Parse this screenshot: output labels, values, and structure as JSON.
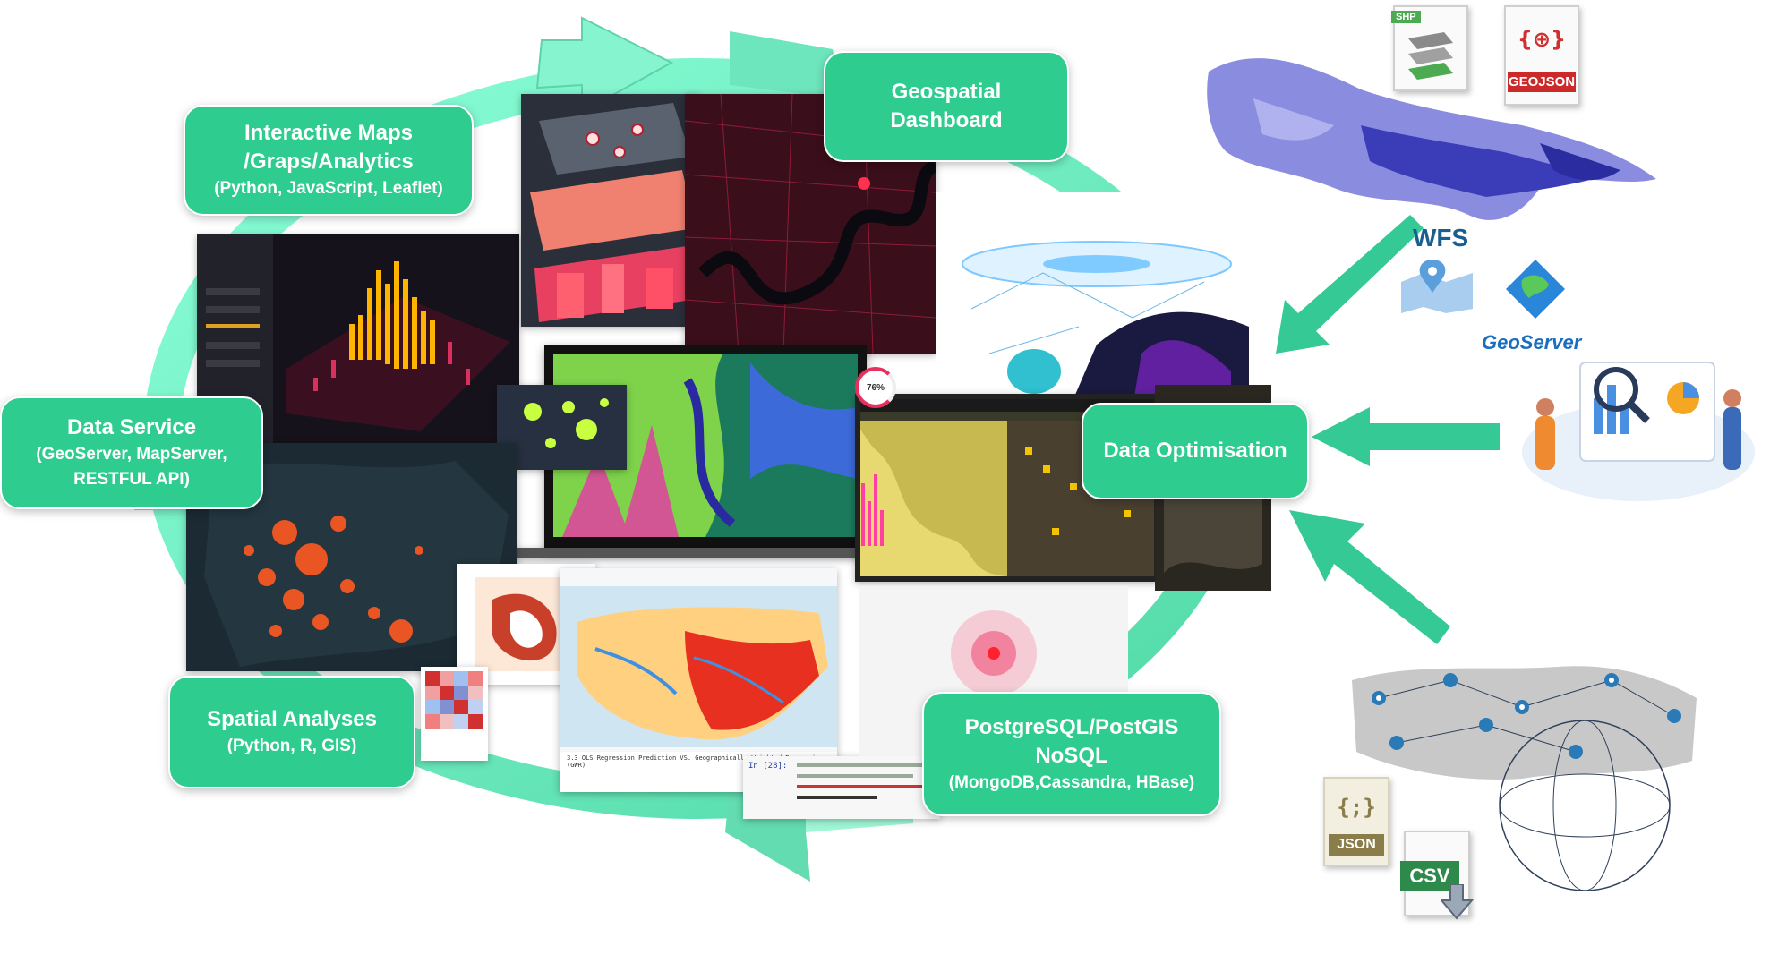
{
  "labels": {
    "interactive": {
      "title": "Interactive Maps",
      "title2": "/Graps/Analytics",
      "sub": "(Python, JavaScript, Leaflet)"
    },
    "dashboard": {
      "title": "Geospatial",
      "title2": "Dashboard"
    },
    "data_service": {
      "title": "Data Service",
      "sub": "(GeoServer, MapServer,",
      "sub2": "RESTFUL API)"
    },
    "optimisation": {
      "title": "Data Optimisation"
    },
    "spatial": {
      "title": "Spatial Analyses",
      "sub": "(Python, R, GIS)"
    },
    "database": {
      "title": "PostgreSQL/PostGIS",
      "title2": "NoSQL",
      "sub": "(MongoDB,Cassandra, HBase)"
    }
  },
  "sources": {
    "shp": "SHP",
    "geojson": "GEOJSON",
    "geojson_symbol": "{⊕}",
    "wfs": "WFS",
    "geoserver": "GeoServer",
    "json": "JSON",
    "json_symbol": "{;}",
    "csv": "CSV"
  },
  "screens": {
    "gauge_value": "76%",
    "notebook_cell": "In [28]:",
    "notebook_heading": "3.3 OLS Regression Prediction VS. Geographically Weighted Regression (GWR)"
  },
  "colors": {
    "label_green": "#2ecc8f",
    "arrow_green": "#5ee0b0",
    "arrow_dark": "#34c995"
  }
}
